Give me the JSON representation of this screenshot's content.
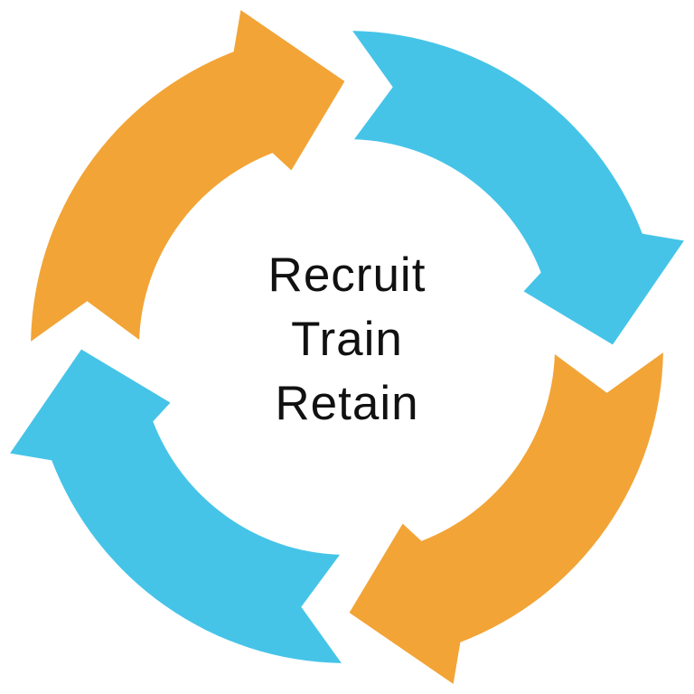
{
  "diagram": {
    "type": "cycle",
    "flow": "clockwise",
    "center_text": {
      "lines": [
        "Recruit",
        "Train",
        "Retain"
      ]
    },
    "colors": {
      "orange": "#F2A436",
      "blue": "#45C4E8",
      "text": "#111111",
      "background": "#FFFFFF"
    },
    "arrows": [
      {
        "position": "top-right",
        "color": "#45C4E8"
      },
      {
        "position": "bottom-right",
        "color": "#F2A436"
      },
      {
        "position": "bottom-left",
        "color": "#45C4E8"
      },
      {
        "position": "top-left",
        "color": "#F2A436"
      }
    ]
  }
}
